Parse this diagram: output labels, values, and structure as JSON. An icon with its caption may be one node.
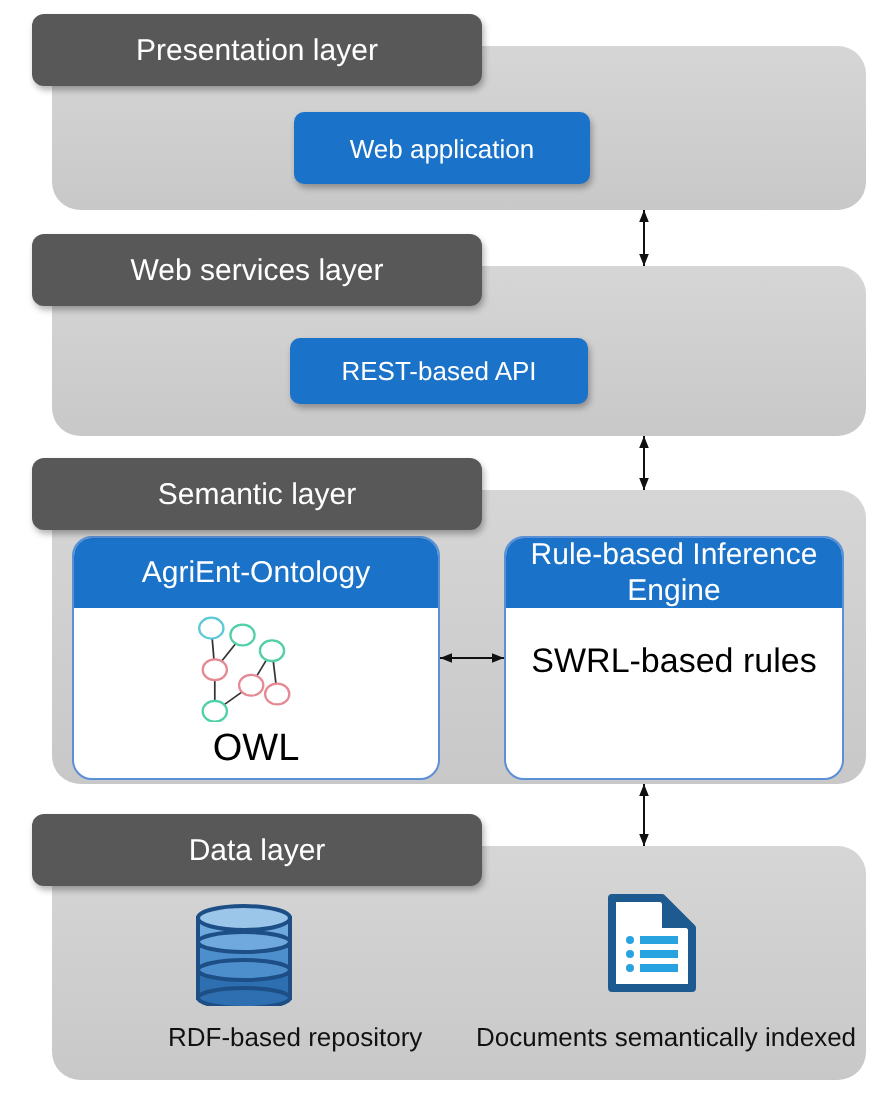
{
  "diagram": {
    "nodes": [
      {
        "text": [
          "Presentation layer"
        ]
      },
      {
        "text": [
          "Web application"
        ],
        "in": 0
      },
      {
        "text": [
          "Web services layer"
        ]
      },
      {
        "text": [
          "REST-based API"
        ],
        "in": 2
      },
      {
        "text": [
          "Semantic layer"
        ]
      },
      {
        "text": [
          "AgriEnt-Ontology",
          "OWL"
        ],
        "in": 4
      },
      {
        "text": [
          "Rule-based Inference Engine",
          "SWRL-based rules"
        ],
        "in": 4
      },
      {
        "text": [
          "Data layer"
        ]
      }
    ],
    "edges": [
      {
        "from": 0,
        "to": 2,
        "arrow": "both"
      },
      {
        "from": 2,
        "to": 4,
        "arrow": "both"
      },
      {
        "from": 5,
        "to": 6,
        "arrow": "both"
      },
      {
        "from": 4,
        "to": 7,
        "arrow": "both"
      }
    ],
    "labels": [
      "RDF-based repository",
      "Documents semantically indexed"
    ]
  }
}
